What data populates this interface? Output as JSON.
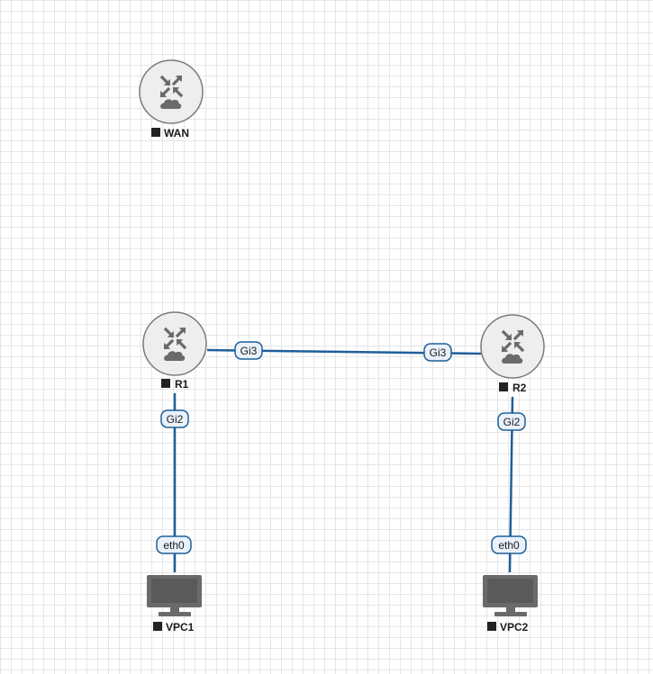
{
  "colors": {
    "link": "#1f5f99",
    "port_border": "#1f5f99",
    "port_fill": "#e9f1fb",
    "device_border": "#7a7a7a",
    "device_fill": "#eeeeee",
    "icon": "#6a6a6a",
    "status_square": "#222222"
  },
  "nodes": [
    {
      "id": "wan",
      "label": "WAN",
      "type": "router",
      "icon": "router-icon",
      "status": "stopped"
    },
    {
      "id": "r1",
      "label": "R1",
      "type": "router",
      "icon": "router-icon",
      "status": "stopped"
    },
    {
      "id": "r2",
      "label": "R2",
      "type": "router",
      "icon": "router-icon",
      "status": "stopped"
    },
    {
      "id": "vpc1",
      "label": "VPC1",
      "type": "vpc",
      "icon": "monitor-icon",
      "status": "stopped"
    },
    {
      "id": "vpc2",
      "label": "VPC2",
      "type": "vpc",
      "icon": "monitor-icon",
      "status": "stopped"
    }
  ],
  "links": [
    {
      "id": "r1-r2",
      "from": "r1",
      "from_port": "Gi3",
      "to": "r2",
      "to_port": "Gi3"
    },
    {
      "id": "r1-vpc1",
      "from": "r1",
      "from_port": "Gi2",
      "to": "vpc1",
      "to_port": "eth0"
    },
    {
      "id": "r2-vpc2",
      "from": "r2",
      "from_port": "Gi2",
      "to": "vpc2",
      "to_port": "eth0"
    }
  ]
}
